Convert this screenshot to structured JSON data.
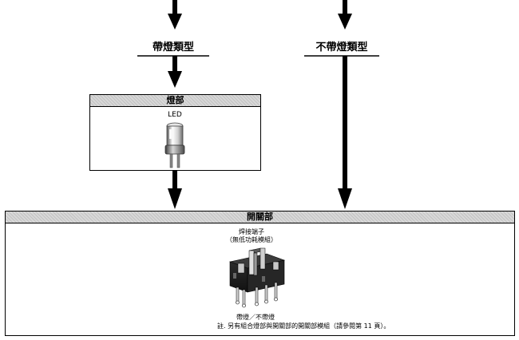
{
  "branches": {
    "lit_label": "帶燈類型",
    "unlit_label": "不帶燈類型"
  },
  "lamp_section": {
    "header": "燈部",
    "led_label": "LED"
  },
  "switch_section": {
    "header": "開關部",
    "terminal_label_line1": "焊接端子",
    "terminal_label_line2": "（無低功耗模組）",
    "type_caption": "帶燈／不帶燈",
    "note": "註. 另有組合燈部與開關部的開關部模組（請參閱第 11 頁）。"
  },
  "colors": {
    "header_fill": "#d8d8d8",
    "line": "#000000"
  }
}
